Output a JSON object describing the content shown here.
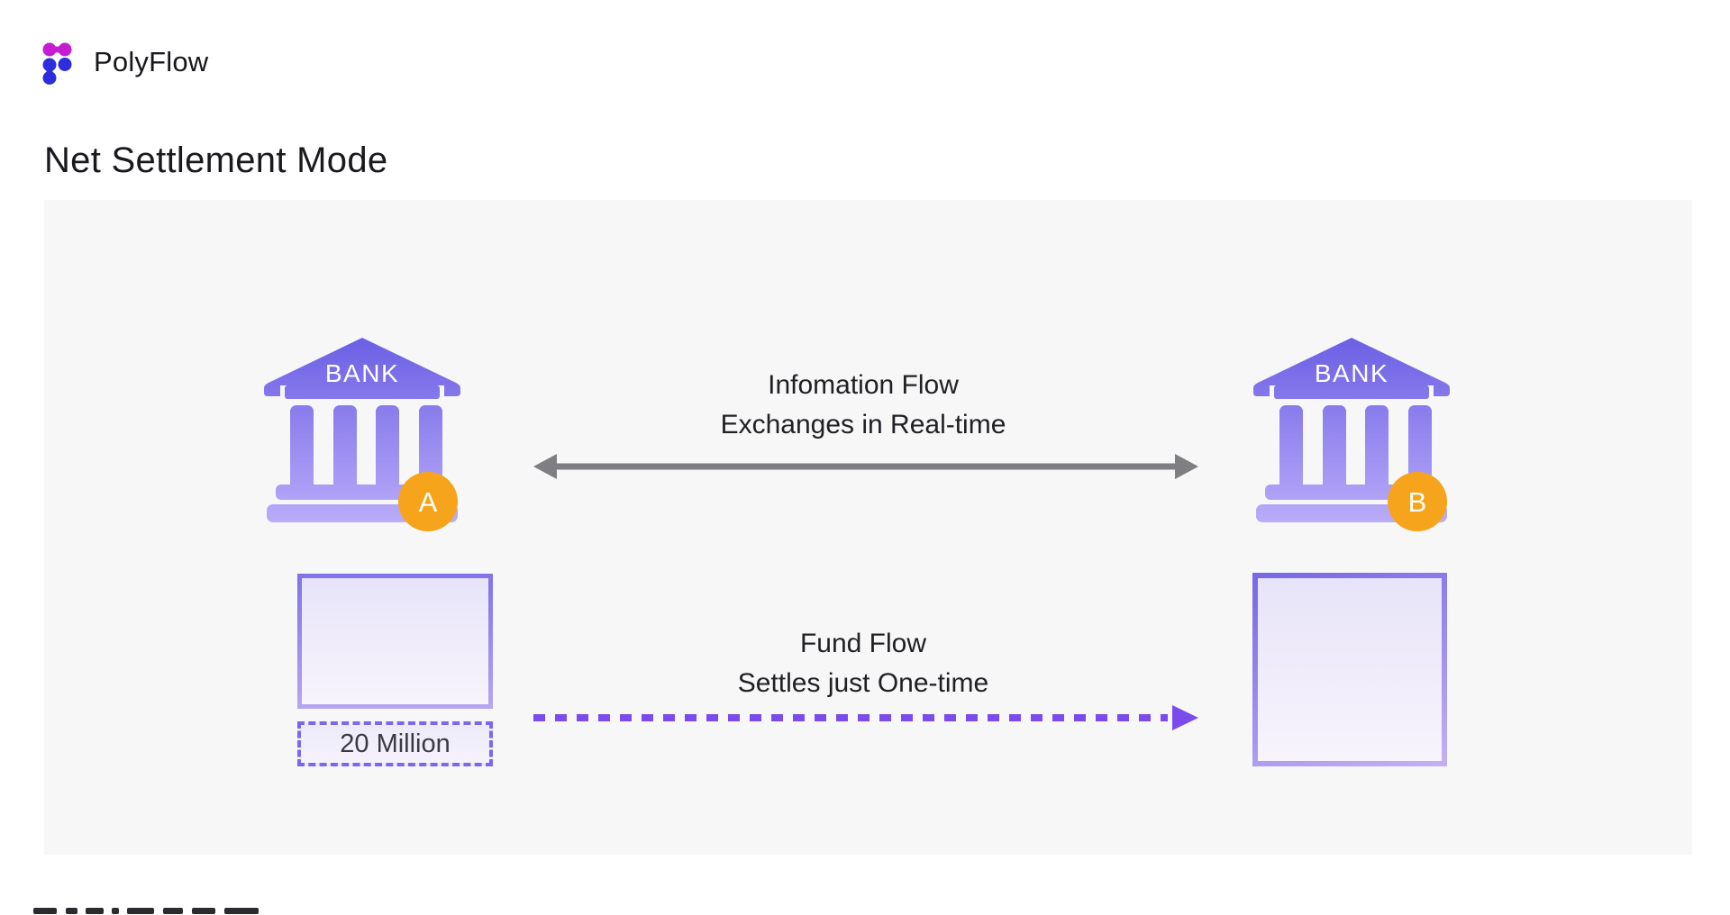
{
  "brand": {
    "name": "PolyFlow",
    "logo_magenta": "#c51bd3",
    "logo_blue": "#2d2ddd"
  },
  "page": {
    "title": "Net Settlement Mode",
    "background": "#ffffff",
    "panel_background": "#f7f7f8"
  },
  "banks": [
    {
      "label": "BANK",
      "badge": "A"
    },
    {
      "label": "BANK",
      "badge": "B"
    }
  ],
  "flows": {
    "information": {
      "title": "Infomation Flow",
      "subtitle": "Exchanges in Real-time",
      "arrow_style": "solid-double-headed",
      "arrow_color": "#7f7f83"
    },
    "fund": {
      "title": "Fund Flow",
      "subtitle": "Settles just One-time",
      "arrow_style": "dashed-single-headed",
      "arrow_color": "#7c4bee"
    }
  },
  "amount_box": {
    "label": "20 Million"
  },
  "colors": {
    "bank_gradient_top": "#6c5fe4",
    "bank_gradient_bottom": "#beb0fa",
    "badge_orange": "#f6a41c",
    "box_border_purple": "#7b68ee",
    "box_fill_top": "#e7e4f9",
    "box_fill_bottom": "#f8f4fc",
    "title_text": "#19191e",
    "flow_text": "#212125"
  }
}
